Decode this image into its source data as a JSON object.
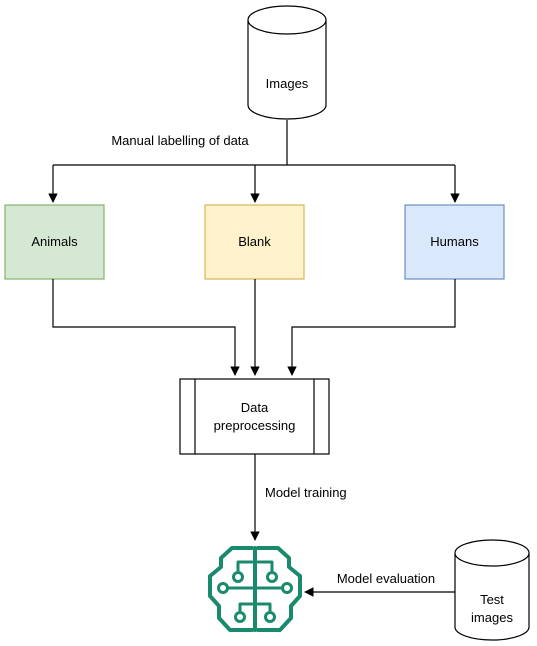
{
  "nodes": {
    "images": {
      "label": "Images"
    },
    "animals": {
      "label": "Animals",
      "fill": "#d5e8d4",
      "stroke": "#82b366"
    },
    "blank": {
      "label": "Blank",
      "fill": "#fff2cc",
      "stroke": "#d6b656"
    },
    "humans": {
      "label": "Humans",
      "fill": "#dae8fc",
      "stroke": "#6c8ebf"
    },
    "preprocessing": {
      "line1": "Data",
      "line2": "preprocessing"
    },
    "model": {
      "icon": "brain-circuit-icon",
      "color": "#1a8a6e"
    },
    "test_images": {
      "line1": "Test",
      "line2": "images"
    }
  },
  "edges": {
    "labelling": "Manual labelling of data",
    "training": "Model training",
    "evaluation": "Model evaluation"
  }
}
